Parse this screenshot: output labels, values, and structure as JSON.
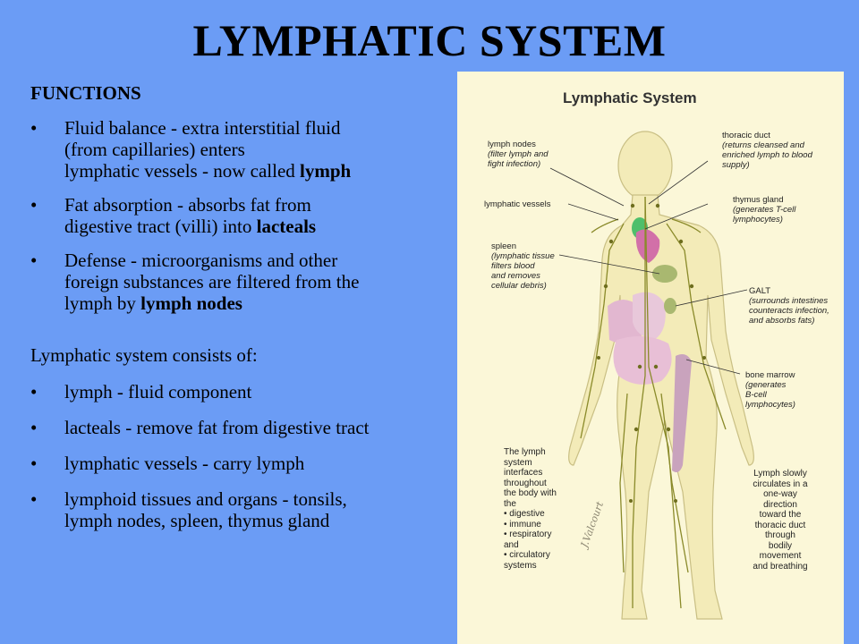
{
  "title": "LYMPHATIC SYSTEM",
  "functions": {
    "heading": "FUNCTIONS",
    "bullet": "•",
    "items": [
      {
        "lines": [
          "Fluid balance - extra interstitial fluid",
          "(from capillaries) enters",
          "lymphatic vessels - now called "
        ],
        "bold": "lymph"
      },
      {
        "lines": [
          "Fat absorption - absorbs fat from",
          "digestive tract (villi) into "
        ],
        "bold": "lacteals"
      },
      {
        "lines": [
          "Defense - microorganisms and other",
          "foreign substances are filtered from the",
          "lymph by "
        ],
        "bold": "lymph nodes"
      }
    ]
  },
  "consists": {
    "intro": "Lymphatic system consists of:",
    "items": [
      [
        "lymph - fluid component"
      ],
      [
        "lacteals - remove fat from digestive tract"
      ],
      [
        "lymphatic vessels - carry lymph"
      ],
      [
        "lymphoid tissues and organs - tonsils,",
        "lymph nodes, spleen, thymus gland"
      ]
    ]
  },
  "illustration": {
    "title": "Lymphatic System",
    "labels": {
      "lymph_nodes": {
        "name": "lymph nodes",
        "desc": [
          "(filter lymph and",
          "fight infection)"
        ]
      },
      "lymphatic_vessels": {
        "name": "lymphatic vessels",
        "desc": []
      },
      "spleen": {
        "name": "spleen",
        "desc": [
          "(lymphatic tissue",
          "filters blood",
          "and removes",
          "cellular debris)"
        ]
      },
      "thoracic_duct": {
        "name": "thoracic duct",
        "desc": [
          "(returns cleansed and",
          "enriched lymph to blood",
          "supply)"
        ]
      },
      "thymus": {
        "name": "thymus gland",
        "desc": [
          "(generates T-cell",
          "lymphocytes)"
        ]
      },
      "galt": {
        "name": "GALT",
        "desc": [
          "(surrounds intestines",
          "counteracts infection,",
          "and absorbs fats)"
        ]
      },
      "bone_marrow": {
        "name": "bone marrow",
        "desc": [
          "(generates",
          "B-cell",
          "lymphocytes)"
        ]
      }
    },
    "note_left": [
      "The lymph",
      "system",
      "interfaces",
      "throughout",
      "the body with",
      "the",
      "• digestive",
      "• immune",
      "• respiratory",
      "and",
      "• circulatory",
      "systems"
    ],
    "note_right": [
      "Lymph slowly",
      "circulates in a",
      "one-way",
      "direction",
      "toward the",
      "thoracic duct",
      "through",
      "bodily",
      "movement",
      "and breathing"
    ],
    "signature": "J.Valcourt",
    "colors": {
      "background": "#fbf7d8",
      "body": "#f3ebb8",
      "vessels": "#8a8a2a",
      "organs": "#d9a3c4",
      "spleen": "#a9b870",
      "thymus": "#4fbf6b"
    }
  }
}
